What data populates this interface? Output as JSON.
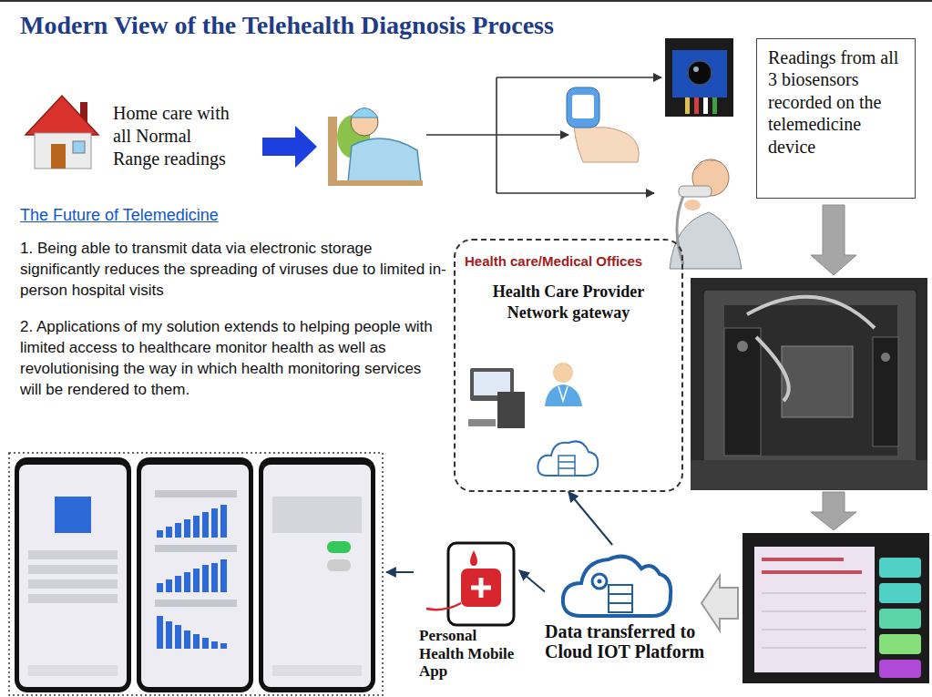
{
  "diagram": {
    "title": "Modern View of the Telehealth Diagnosis Process",
    "nodes": [
      {
        "text": [
          "Readings from all 3 biosensors recorded on the telemedicine device"
        ]
      },
      {
        "text": [
          "Health care/Medical Offices",
          "Health Care Provider Network gateway"
        ]
      },
      {
        "text": [
          "Personal Health Mobile App"
        ]
      },
      {
        "text": [
          "Data transferred to Cloud IOT Platform"
        ]
      }
    ],
    "edges": [
      {
        "from": 3,
        "to": 1,
        "arrow": "to"
      },
      {
        "from": 3,
        "to": 2,
        "arrow": "to"
      }
    ],
    "labels": [
      "Home care with all Normal Range readings",
      "The Future of Telemedicine",
      "1. Being able to transmit data via electronic storage significantly reduces the spreading of viruses due to limited in-person hospital visits",
      "2. Applications of my solution extends to helping people with limited access to healthcare monitor health as well as revolutionising the way in which health monitoring services will be rendered to them."
    ]
  }
}
